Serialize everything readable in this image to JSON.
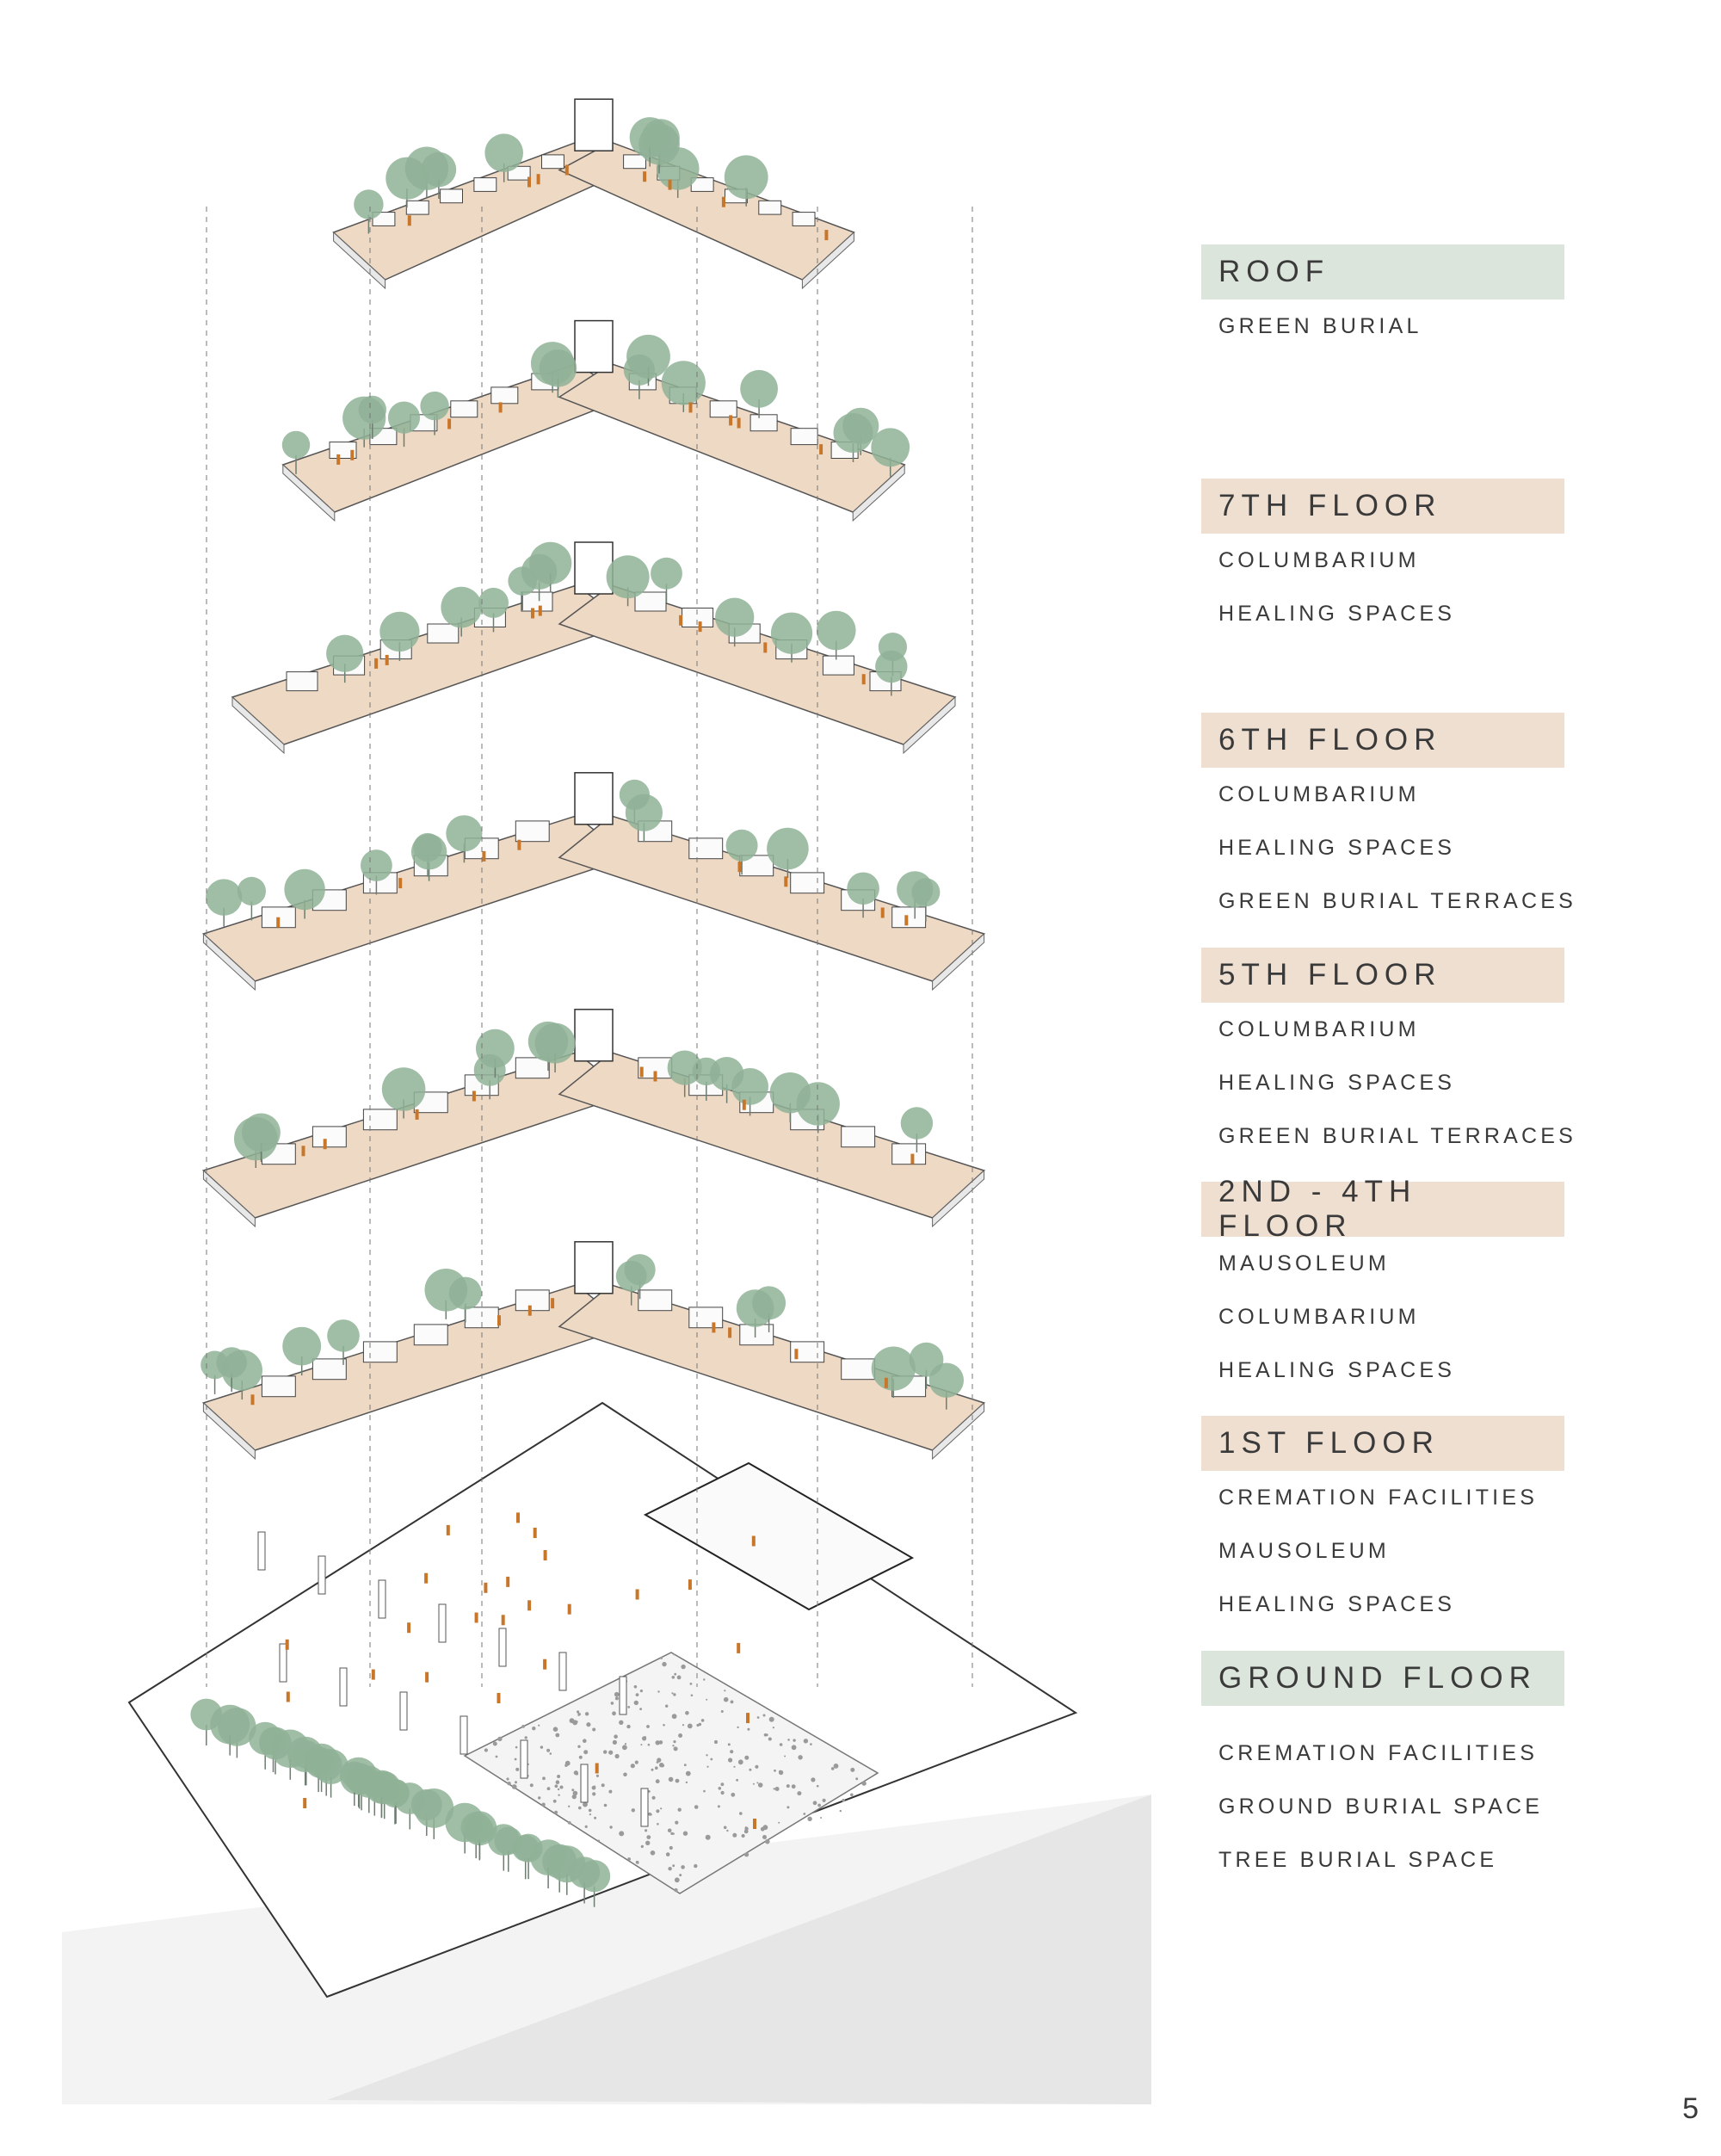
{
  "colors": {
    "green_header": "#dce5dc",
    "tan_header": "#eedfd1",
    "tree": "#8fb296",
    "person": "#c8772a",
    "deck": "#eed9c4"
  },
  "legend": [
    {
      "title": "ROOF",
      "theme": "green",
      "items": [
        "GREEN BURIAL"
      ]
    },
    {
      "title": "7TH FLOOR",
      "theme": "tan",
      "items": [
        "COLUMBARIUM",
        "HEALING SPACES"
      ]
    },
    {
      "title": "6TH FLOOR",
      "theme": "tan",
      "items": [
        "COLUMBARIUM",
        "HEALING SPACES",
        "GREEN BURIAL TERRACES"
      ]
    },
    {
      "title": "5TH FLOOR",
      "theme": "tan",
      "items": [
        "COLUMBARIUM",
        "HEALING SPACES",
        "GREEN BURIAL TERRACES"
      ]
    },
    {
      "title": "2ND - 4TH FLOOR",
      "theme": "tan",
      "items": [
        "MAUSOLEUM",
        "COLUMBARIUM",
        "HEALING SPACES"
      ]
    },
    {
      "title": "1ST FLOOR",
      "theme": "tan",
      "items": [
        "CREMATION FACILITIES",
        "MAUSOLEUM",
        "HEALING SPACES"
      ]
    },
    {
      "title": "GROUND FLOOR",
      "theme": "green",
      "items": [
        "CREMATION FACILITIES",
        "GROUND BURIAL SPACE",
        "TREE BURIAL SPACE"
      ]
    }
  ],
  "page_number": "5"
}
